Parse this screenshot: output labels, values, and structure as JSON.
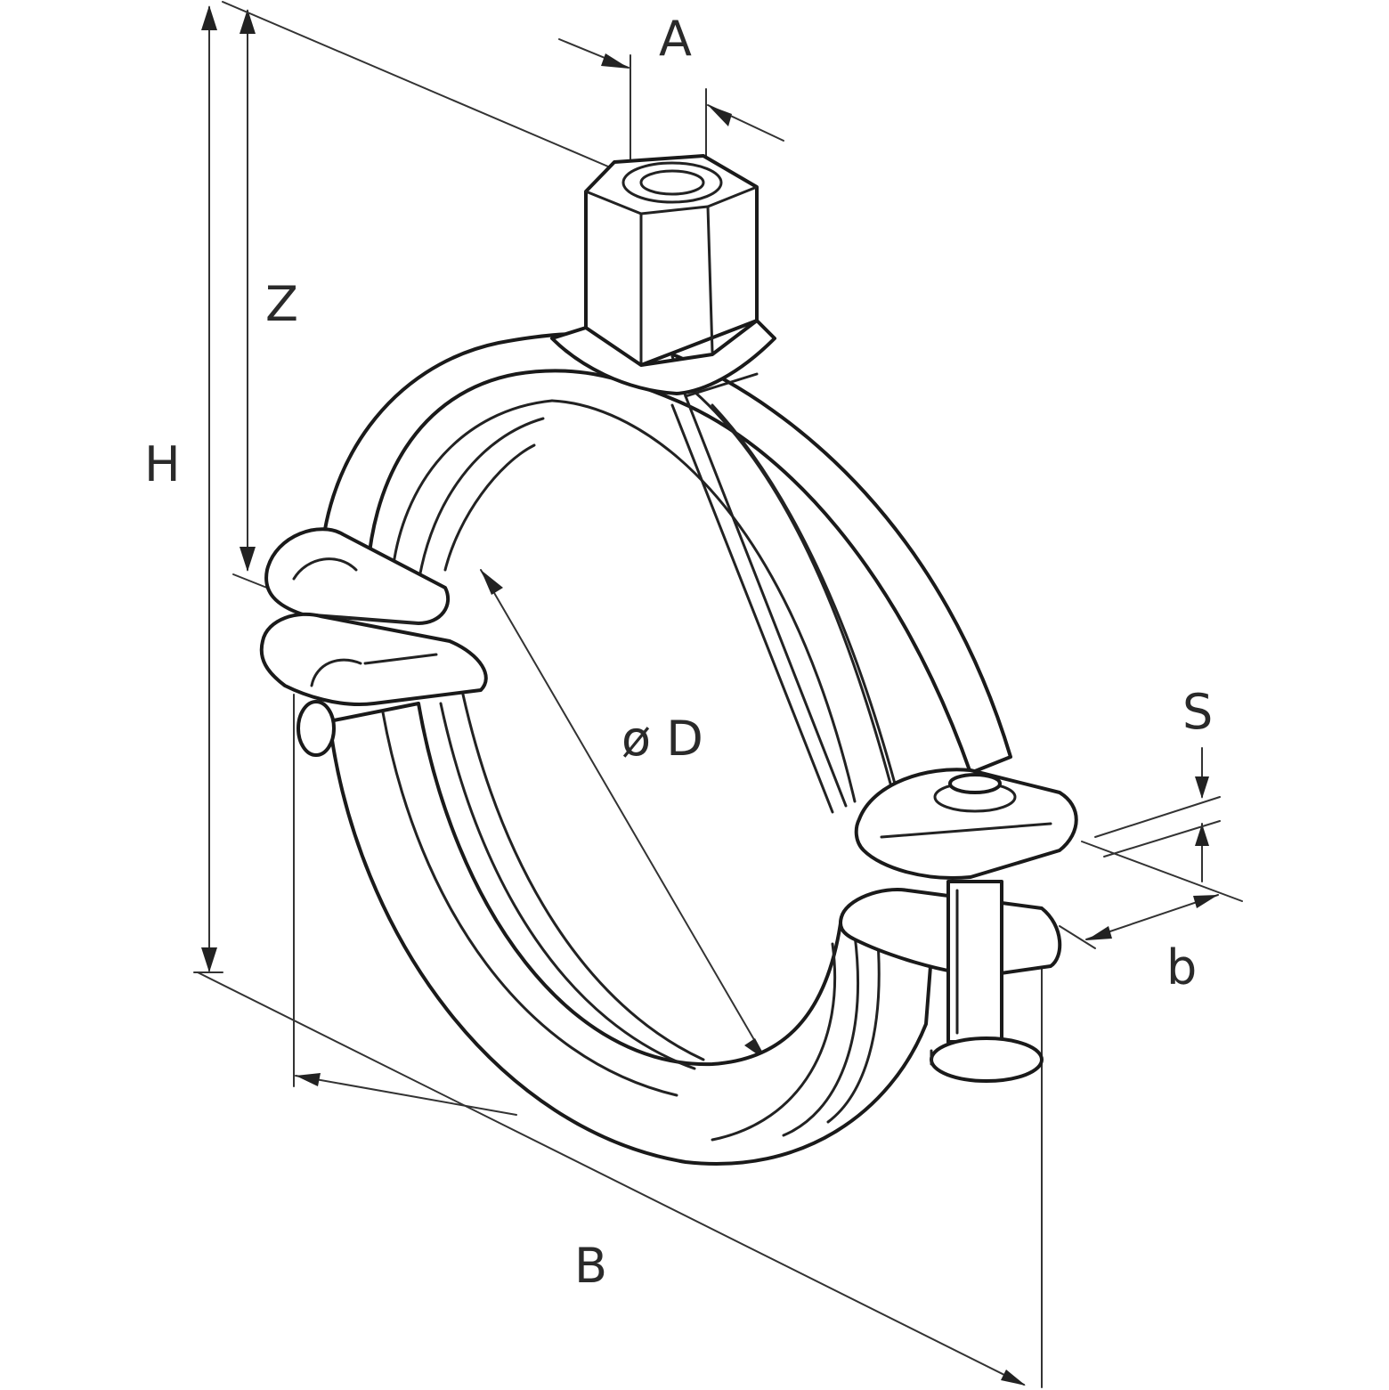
{
  "diagram": {
    "dimension_labels": {
      "A": "A",
      "Z": "Z",
      "H": "H",
      "D": "ø D",
      "S": "S",
      "b": "b",
      "B": "B"
    },
    "colors": {
      "line": "#222222",
      "background": "#ffffff"
    }
  }
}
